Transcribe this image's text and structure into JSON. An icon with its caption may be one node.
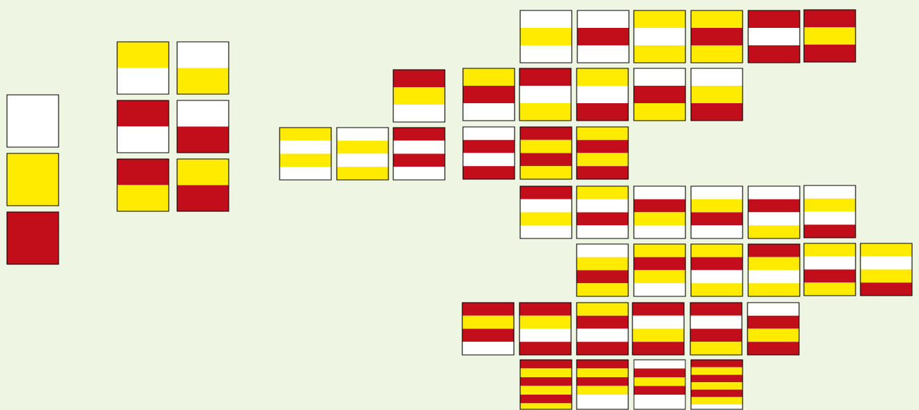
{
  "diagram": {
    "nodes": [
      {
        "text": [],
        "shape": "box"
      },
      {
        "text": [],
        "shape": "box"
      },
      {
        "text": [],
        "shape": "box"
      },
      {
        "text": [],
        "shape": "box"
      },
      {
        "text": [],
        "shape": "box"
      },
      {
        "text": [],
        "shape": "box"
      },
      {
        "text": [],
        "shape": "box"
      },
      {
        "text": [],
        "shape": "box"
      },
      {
        "text": [],
        "shape": "box"
      },
      {
        "text": [],
        "shape": "box"
      },
      {
        "text": [],
        "shape": "box"
      },
      {
        "text": [],
        "shape": "box"
      },
      {
        "text": [],
        "shape": "box"
      },
      {
        "text": [],
        "shape": "box"
      },
      {
        "text": [],
        "shape": "box"
      },
      {
        "text": [],
        "shape": "box"
      },
      {
        "text": [],
        "shape": "box"
      },
      {
        "text": [],
        "shape": "box"
      },
      {
        "text": [],
        "shape": "box"
      },
      {
        "text": [],
        "shape": "box"
      },
      {
        "text": [],
        "shape": "box"
      },
      {
        "text": [],
        "shape": "box"
      },
      {
        "text": [],
        "shape": "box"
      },
      {
        "text": [],
        "shape": "box"
      },
      {
        "text": [],
        "shape": "box"
      },
      {
        "text": [],
        "shape": "box"
      },
      {
        "text": [],
        "shape": "box"
      },
      {
        "text": [],
        "shape": "box"
      },
      {
        "text": [],
        "shape": "box"
      },
      {
        "text": [],
        "shape": "box"
      },
      {
        "text": [],
        "shape": "box"
      },
      {
        "text": [],
        "shape": "box"
      },
      {
        "text": [],
        "shape": "box"
      },
      {
        "text": [],
        "shape": "box"
      },
      {
        "text": [],
        "shape": "box"
      },
      {
        "text": [],
        "shape": "box"
      },
      {
        "text": [],
        "shape": "box"
      },
      {
        "text": [],
        "shape": "box"
      },
      {
        "text": [],
        "shape": "box"
      },
      {
        "text": [],
        "shape": "box"
      },
      {
        "text": [],
        "shape": "box"
      },
      {
        "text": [],
        "shape": "box"
      },
      {
        "text": [],
        "shape": "box"
      },
      {
        "text": [],
        "shape": "box"
      },
      {
        "text": [],
        "shape": "box"
      },
      {
        "text": [],
        "shape": "box"
      },
      {
        "text": [],
        "shape": "box"
      },
      {
        "text": [],
        "shape": "box"
      },
      {
        "text": [],
        "shape": "box"
      }
    ]
  }
}
